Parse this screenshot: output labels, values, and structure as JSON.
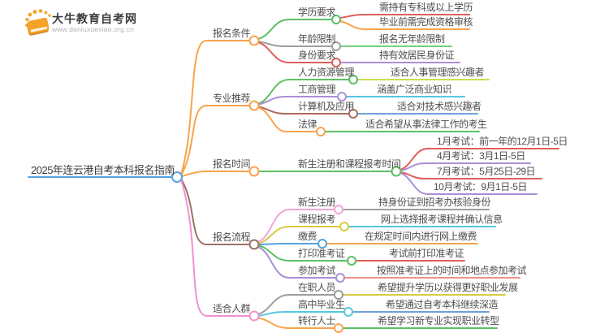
{
  "logo": {
    "title": "大牛教育自考网",
    "url": "www.daniuxuexiao.org.cn"
  },
  "topic": "2025年连云港自考本科报名指南",
  "colors": {
    "blue": "#58a2de",
    "orange": "#f9a34d",
    "brown": "#9b7365",
    "brown2": "#ad6a5d",
    "pink": "#ee93d2",
    "pink2": "#f2a6d8",
    "green": "#5cc063",
    "green2": "#78cf78",
    "gray": "#9e9e9e",
    "red": "#e05e5c",
    "salmon": "#ef9287",
    "purple": "#a98fd6",
    "cyan": "#57c7dd",
    "yellow": "#d6cb40",
    "yellowgreen": "#cfdb52",
    "lightblue": "#6f9fd8",
    "logo_orange": "#f5a229"
  },
  "branches": [
    {
      "label": "报名条件",
      "children": [
        {
          "label": "学历要求",
          "leaves": [
            "需持有专科或以上学历",
            "毕业前需完成资格审核"
          ]
        },
        {
          "label": "年龄限制",
          "leaves": [
            "报名无年龄限制"
          ]
        },
        {
          "label": "身份要求",
          "leaves": [
            "持有效居民身份证"
          ]
        }
      ]
    },
    {
      "label": "专业推荐",
      "children": [
        {
          "label": "人力资源管理",
          "leaves": [
            "适合人事管理感兴趣者"
          ]
        },
        {
          "label": "工商管理",
          "leaves": [
            "涵盖广泛商业知识"
          ]
        },
        {
          "label": "计算机及应用",
          "leaves": [
            "适合对技术感兴趣者"
          ]
        },
        {
          "label": "法律",
          "leaves": [
            "适合希望从事法律工作的考生"
          ]
        }
      ]
    },
    {
      "label": "报名时间",
      "children": [
        {
          "label": "新生注册和课程报考时间",
          "leaves": [
            "1月考试：前一年的12月1日-5日",
            "4月考试：3月1日-5日",
            "7月考试：5月25日-29日",
            "10月考试：9月1日-5日"
          ]
        }
      ]
    },
    {
      "label": "报名流程",
      "children": [
        {
          "label": "新生注册",
          "leaves": [
            "持身份证到招考办核验身份"
          ]
        },
        {
          "label": "课程报考",
          "leaves": [
            "网上选择报考课程并确认信息"
          ]
        },
        {
          "label": "缴费",
          "leaves": [
            "在规定时间内进行网上缴费"
          ]
        },
        {
          "label": "打印准考证",
          "leaves": [
            "考试前打印准考证"
          ]
        },
        {
          "label": "参加考试",
          "leaves": [
            "按照准考证上的时间和地点参加考试"
          ]
        }
      ]
    },
    {
      "label": "适合人群",
      "children": [
        {
          "label": "在职人员",
          "leaves": [
            "希望提升学历以获得更好职业发展"
          ]
        },
        {
          "label": "高中毕业生",
          "leaves": [
            "希望通过自考本科继续深造"
          ]
        },
        {
          "label": "转行人士",
          "leaves": [
            "希望学习新专业实现职业转型"
          ]
        }
      ]
    }
  ]
}
